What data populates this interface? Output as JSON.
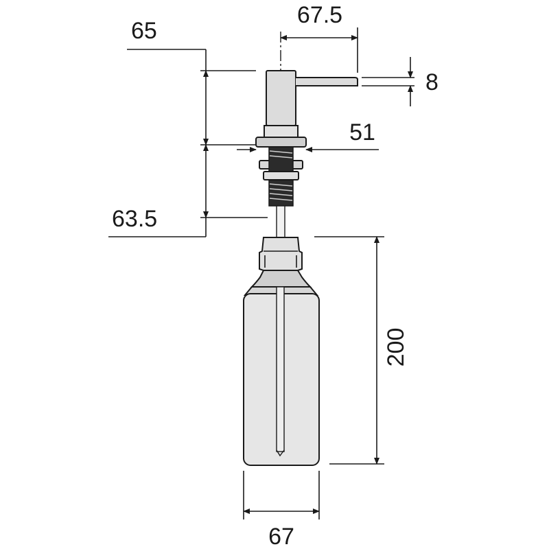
{
  "dimensions": {
    "top_spout_reach": "67.5",
    "head_height": "65",
    "spout_thickness": "8",
    "flange_diameter": "51",
    "shank_length": "63.5",
    "bottle_height": "200",
    "bottle_diameter": "67"
  },
  "colors": {
    "line": "#1a1a1a",
    "metal": "#d9d9d9",
    "bottle": "#e6e6e6",
    "thread": "#222222"
  }
}
